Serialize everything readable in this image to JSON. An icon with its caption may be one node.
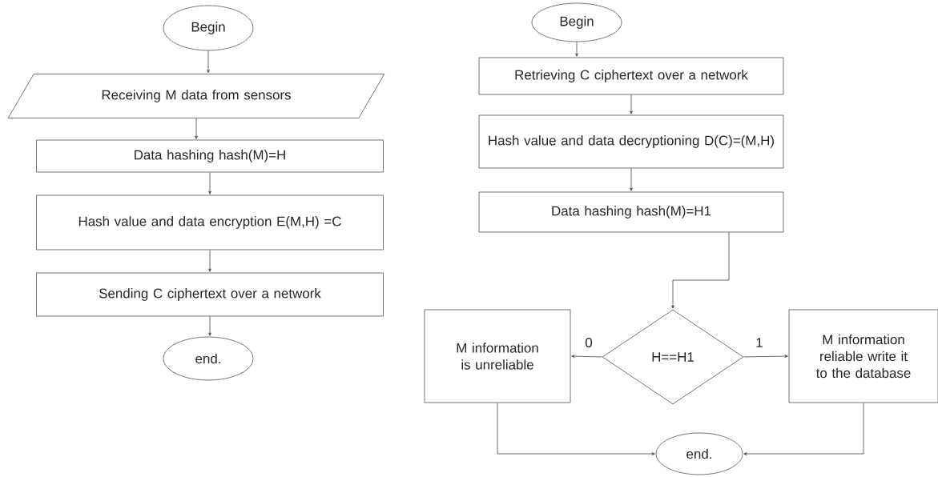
{
  "diagram": {
    "nodes": [
      {
        "text": [
          "Begin"
        ]
      },
      {
        "text": [
          "Receiving M data from sensors"
        ]
      },
      {
        "text": [
          "Data hashing hash(M)=H"
        ]
      },
      {
        "text": [
          "Hash value and data encryption E(M,H) =C"
        ]
      },
      {
        "text": [
          "Sending C ciphertext over a network"
        ]
      },
      {
        "text": [
          "end."
        ]
      },
      {
        "text": [
          "Begin"
        ]
      },
      {
        "text": [
          "Retrieving C ciphertext over a network"
        ]
      },
      {
        "text": [
          "Hash value and data decryptioning D(C)=(M,H)"
        ]
      },
      {
        "text": [
          "Data hashing hash(M)=H1"
        ]
      },
      {
        "text": [
          "H==H1"
        ]
      },
      {
        "text": [
          "M information is unreliable"
        ]
      },
      {
        "text": [
          "M information reliable write it to the database"
        ]
      },
      {
        "text": [
          "end."
        ]
      }
    ],
    "edges": [
      {
        "from": 0,
        "to": 1,
        "arrow": "to"
      },
      {
        "from": 1,
        "to": 2,
        "arrow": "to"
      },
      {
        "from": 2,
        "to": 3,
        "arrow": "to"
      },
      {
        "from": 3,
        "to": 4,
        "arrow": "to"
      },
      {
        "from": 4,
        "to": 5,
        "arrow": "to"
      },
      {
        "from": 6,
        "to": 7,
        "arrow": "to"
      },
      {
        "from": 7,
        "to": 8,
        "arrow": "to"
      },
      {
        "from": 8,
        "to": 9,
        "arrow": "to"
      },
      {
        "from": 9,
        "to": 10,
        "arrow": "to"
      },
      {
        "from": 10,
        "to": 11,
        "arrow": "to",
        "label": "0"
      },
      {
        "from": 10,
        "to": 12,
        "arrow": "to",
        "label": "1"
      },
      {
        "from": 11,
        "to": 13,
        "arrow": "to"
      },
      {
        "from": 12,
        "to": 13,
        "arrow": "to"
      }
    ]
  }
}
